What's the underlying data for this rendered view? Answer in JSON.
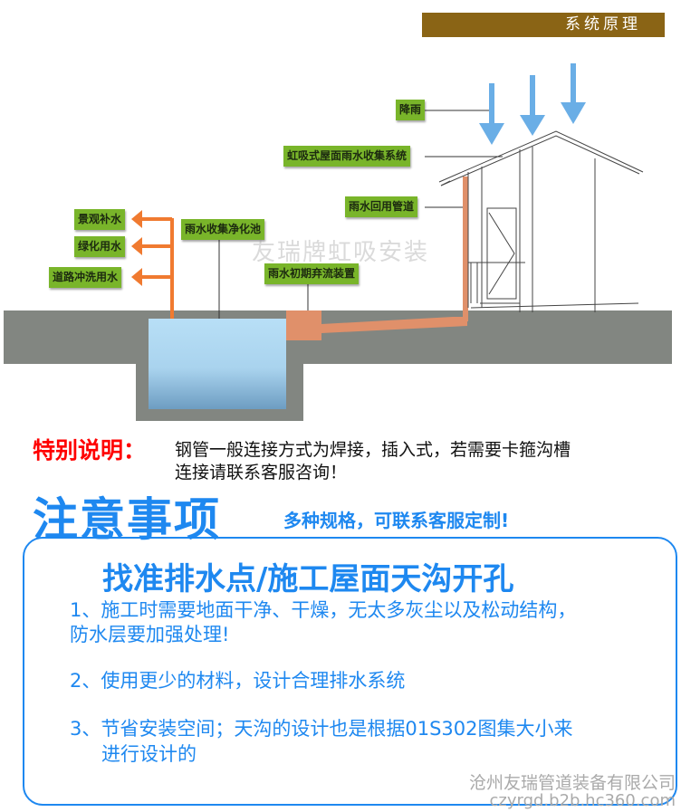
{
  "diagram": {
    "title": "系统原理",
    "labels": {
      "rain": "降雨",
      "siphon_system": "虹吸式屋面雨水收集系统",
      "reuse_pipe": "雨水回用管道",
      "purify_pool": "雨水收集净化池",
      "initial_flow_device": "雨水初期弃流装置",
      "landscape": "景观补水",
      "greening": "绿化用水",
      "road_washing": "道路冲洗用水"
    },
    "watermark": "友瑞牌虹吸安装",
    "colors": {
      "title_bg": "#8a6415",
      "label_bg": "#79b52a",
      "arrow_blue": "#6aaee6",
      "pipe_orange": "#f07a30",
      "ground": "#828681",
      "water": "#a9d6f2"
    }
  },
  "special_note": {
    "label": "特别说明：",
    "line1": "钢管一般连接方式为焊接，插入式，若需要卡箍沟槽",
    "line2": "连接请联系客服咨询！"
  },
  "notice": {
    "title": "注意事项",
    "custom": "多种规格，可联系客服定制!",
    "heading": "找准排水点/施工屋面天沟开孔",
    "items": [
      {
        "line1": "1、施工时需要地面干净、干燥，无太多灰尘以及松动结构，",
        "line2": "防水层要加强处理!"
      },
      {
        "line1": "2、使用更少的材料，设计合理排水系统"
      },
      {
        "line1": "3、节省安装空间；天沟的设计也是根据01S302图集大小来",
        "line2": "进行设计的"
      }
    ],
    "company": "沧州友瑞管道装备有限公司",
    "url": "czyrgd.b2b.hc360.com"
  }
}
